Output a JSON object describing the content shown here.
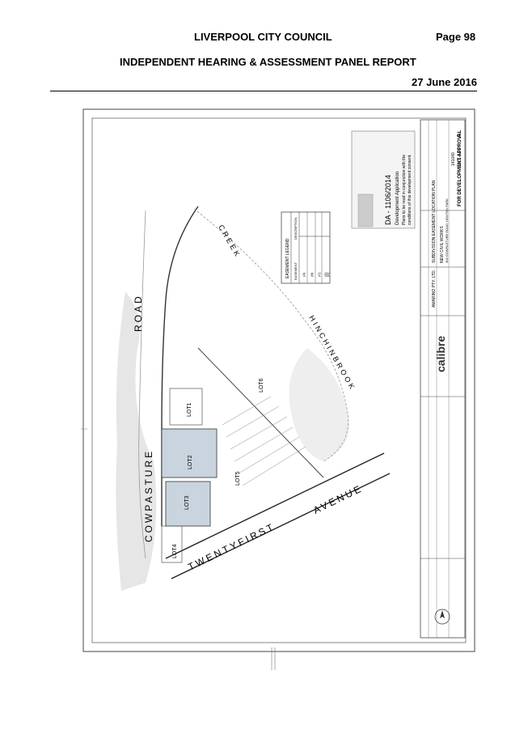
{
  "header": {
    "title": "LIVERPOOL CITY COUNCIL",
    "page": "Page 98",
    "subtitle": "INDEPENDENT HEARING & ASSESSMENT PANEL REPORT",
    "date": "27 June 2016"
  },
  "plan": {
    "roads": [
      "COWPASTURE",
      "ROAD",
      "TWENTYFIRST",
      "AVENUE"
    ],
    "creek": [
      "HINCHINBROOK",
      "CREEK"
    ],
    "lots": [
      "LOT1",
      "LOT2",
      "LOT3",
      "LOT4",
      "LOT5",
      "LOT6"
    ],
    "legend": {
      "title": "EASEMENT LEGEND",
      "col_easement": "EASEMENT",
      "col_description": "DESCRIPTION",
      "rows": [
        "(A)",
        "(B)",
        "(C)",
        "(D)",
        "(E)"
      ]
    },
    "stamp": {
      "ref": "DA - 1106/2014",
      "lines": [
        "Development Application",
        "Plans to be read in conjunction with the",
        "conditions of this development consent."
      ]
    },
    "title_block": {
      "client": "AMARINO PTY. LTD.",
      "drawing": "SUBDIVISION EASEMENT LOCATION PLAN",
      "project": "NEW CIVIL WORKS",
      "address": "303 COWPASTURE ROAD, HOXTON PARK",
      "drawing_no": "141040",
      "sheet": "MC1-5-01",
      "revision": "A",
      "status": "FOR DEVELOPMENT APPROVAL",
      "logo": "calibre"
    },
    "lot_fill_color": "#c9d4de"
  }
}
